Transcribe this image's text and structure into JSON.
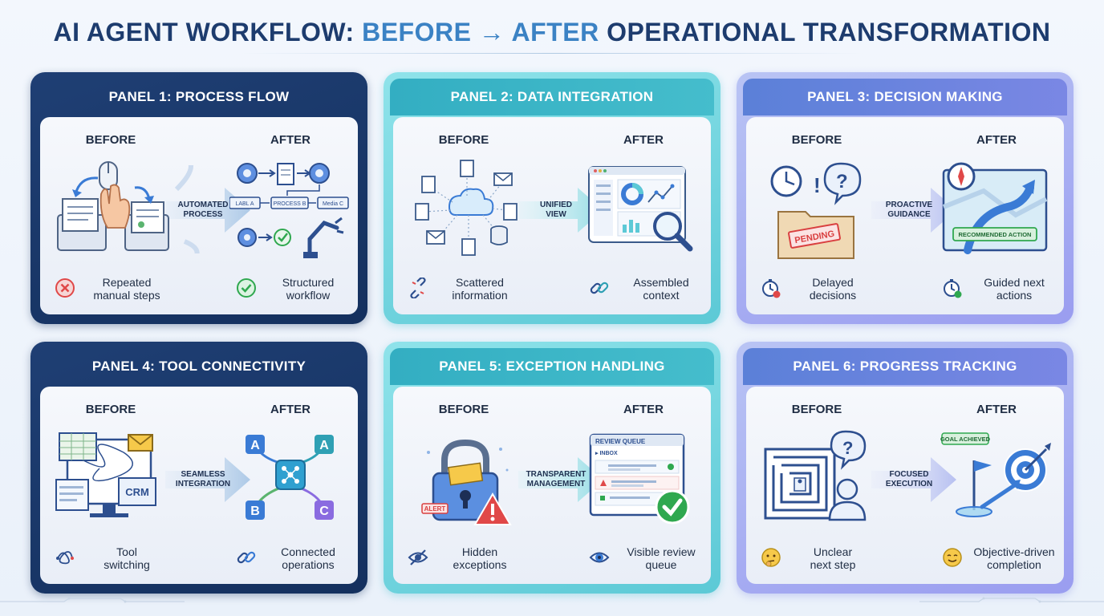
{
  "title": {
    "part1": "AI AGENT WORKFLOW: ",
    "part2": "BEFORE → AFTER",
    "part3": " OPERATIONAL TRANSFORMATION"
  },
  "colors": {
    "navy": "#1d3c6e",
    "accent_blue": "#3b82c4",
    "teal": "#5cc9d6",
    "violet": "#9a9df0",
    "green_check": "#2fa84f",
    "red_x": "#e04848"
  },
  "panels": [
    {
      "title": "PANEL 1: PROCESS FLOW",
      "before_label": "BEFORE",
      "after_label": "AFTER",
      "transition": "AUTOMATED\nPROCESS",
      "after_tags": [
        "LABL A",
        "PROCESS B",
        "Media C"
      ],
      "before_result": "Repeated\nmanual steps",
      "after_result": "Structured\nworkflow",
      "before_icon": "red-x-icon",
      "after_icon": "green-check-icon"
    },
    {
      "title": "PANEL 2: DATA INTEGRATION",
      "before_label": "BEFORE",
      "after_label": "AFTER",
      "transition": "UNIFIED\nVIEW",
      "before_result": "Scattered\ninformation",
      "after_result": "Assembled\ncontext",
      "before_icon": "broken-link-icon",
      "after_icon": "link-icon"
    },
    {
      "title": "PANEL 3: DECISION MAKING",
      "before_label": "BEFORE",
      "after_label": "AFTER",
      "transition": "PROACTIVE\nGUIDANCE",
      "stamp": "PENDING",
      "after_tag": "RECOMMENDED ACTION",
      "before_result": "Delayed\ndecisions",
      "after_result": "Guided next\nactions",
      "before_icon": "stopwatch-alert-icon",
      "after_icon": "stopwatch-check-icon"
    },
    {
      "title": "PANEL 4: TOOL CONNECTIVITY",
      "before_label": "BEFORE",
      "after_label": "AFTER",
      "transition": "SEAMLESS\nINTEGRATION",
      "crm": "CRM",
      "hub_letters": [
        "A",
        "A",
        "B",
        "C"
      ],
      "before_result": "Tool\nswitching",
      "after_result": "Connected\noperations",
      "before_icon": "tangle-icon",
      "after_icon": "link-icon"
    },
    {
      "title": "PANEL 5: EXCEPTION HANDLING",
      "before_label": "BEFORE",
      "after_label": "AFTER",
      "transition": "TRANSPARENT\nMANAGEMENT",
      "alert_tag": "ALERT",
      "queue_title": "REVIEW QUEUE",
      "queue_inbox": "▸ INBOX",
      "before_result": "Hidden\nexceptions",
      "after_result": "Visible review\nqueue",
      "before_icon": "eye-hidden-icon",
      "after_icon": "eye-icon"
    },
    {
      "title": "PANEL 6: PROGRESS TRACKING",
      "before_label": "BEFORE",
      "after_label": "AFTER",
      "transition": "FOCUSED\nEXECUTION",
      "goal_tag": "GOAL ACHIEVED",
      "before_result": "Unclear\nnext step",
      "after_result": "Objective-driven\ncompletion",
      "before_icon": "thinking-face-icon",
      "after_icon": "smiling-face-icon"
    }
  ]
}
